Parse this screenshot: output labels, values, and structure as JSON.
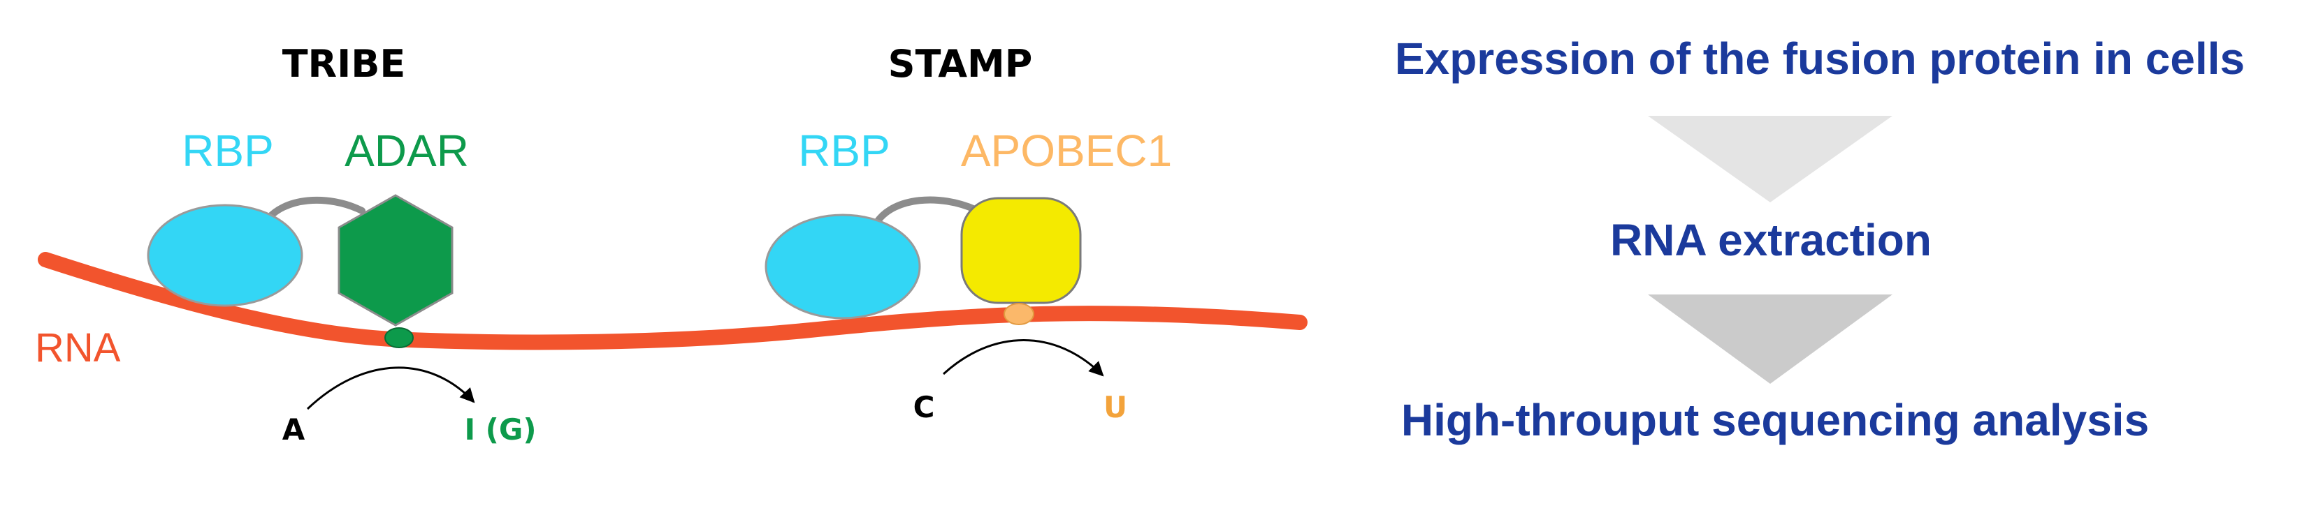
{
  "colors": {
    "rna": "#f2542d",
    "rbp": "#33d6f5",
    "adar": "#0d9a4b",
    "apobec": "#f4ea00",
    "apobec_label": "#fdb865",
    "edit_site_apobec": "#fbb86a",
    "u_label": "#f3a33b",
    "i_label": "#0d9a4b",
    "linker": "#8c8c8c",
    "workflow_text": "#1b3a9c",
    "arrow_light": "#e4e4e4",
    "arrow_dark": "#cbcbcb",
    "text": "#000000"
  },
  "tribe": {
    "title": "TRIBE",
    "rbp_label": "RBP",
    "enzyme_label": "ADAR",
    "from_base": "A",
    "to_base": "I (G)"
  },
  "stamp": {
    "title": "STAMP",
    "rbp_label": "RBP",
    "enzyme_label": "APOBEC1",
    "from_base": "C",
    "to_base": "U"
  },
  "rna_label": "RNA",
  "workflow": {
    "steps": [
      "Expression of the fusion protein in cells",
      "RNA extraction",
      "High-throuput sequencing analysis"
    ]
  }
}
